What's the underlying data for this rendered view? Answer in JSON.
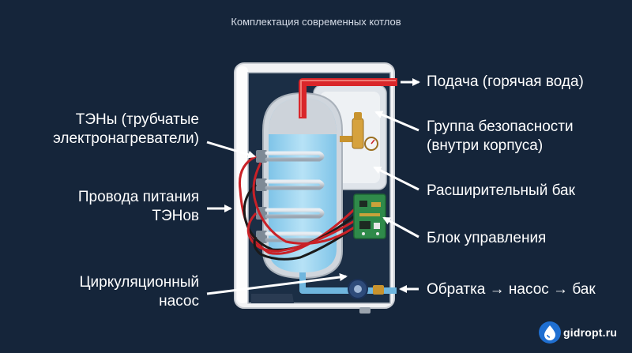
{
  "title": "Комплектация современных котлов",
  "labels": {
    "supply": "Подача (горячая вода)",
    "safety_group_1": "Группа безопасности",
    "safety_group_2": "(внутри корпуса)",
    "expansion_tank": "Расширительный бак",
    "control_unit": "Блок управления",
    "return_line": "Обратка → насос → бак",
    "heaters_1": "ТЭНы (трубчатые",
    "heaters_2": "электронагреватели)",
    "wires_1": "Провода питания",
    "wires_2": "ТЭНов",
    "pump_1": "Циркуляционный",
    "pump_2": "насос"
  },
  "logo": {
    "text": "gidropt.ru"
  },
  "colors": {
    "background": "#15253a",
    "housing": "#f2f3f5",
    "tank_water": "#9fd5f0",
    "hot_pipe": "#d9262a",
    "return_pipe": "#6fb6de",
    "board": "#2f8a4a",
    "arrow": "#ffffff"
  }
}
